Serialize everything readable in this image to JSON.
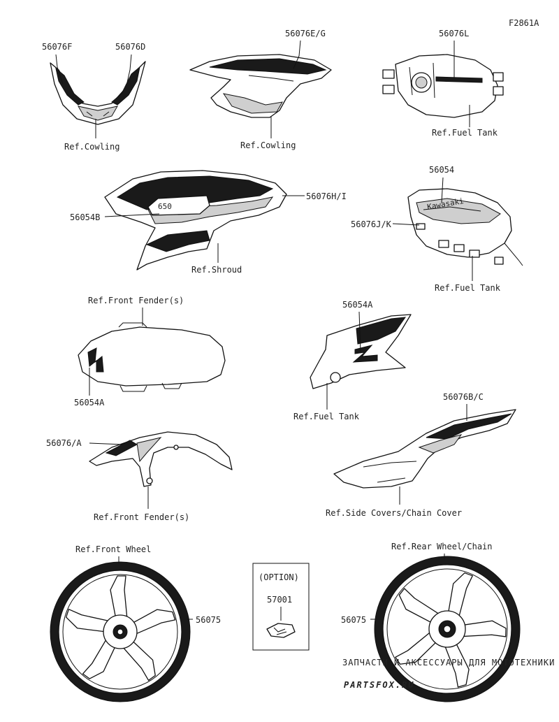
{
  "figure_code": "F2861A",
  "labels": {
    "p56076F": "56076F",
    "p56076D": "56076D",
    "p56076EG": "56076E/G",
    "p56076L": "56076L",
    "p56054": "56054",
    "p56076HI": "56076H/I",
    "p56054B": "56054B",
    "p56076JK": "56076J/K",
    "p56054A_tank": "56054A",
    "p56054A_fender": "56054A",
    "p56076BC": "56076B/C",
    "p56076A": "56076/A",
    "p56075_front": "56075",
    "p56075_rear": "56075",
    "p57001": "57001"
  },
  "refs": {
    "cowling_front": "Ref.Cowling",
    "cowling_side": "Ref.Cowling",
    "fuel_tank_top": "Ref.Fuel Tank",
    "shroud": "Ref.Shroud",
    "fuel_tank_side": "Ref.Fuel Tank",
    "front_fender_top": "Ref.Front Fender(s)",
    "fuel_tank_cover": "Ref.Fuel Tank",
    "side_covers": "Ref.Side Covers/Chain Cover",
    "front_fender_side": "Ref.Front Fender(s)",
    "front_wheel": "Ref.Front Wheel",
    "rear_wheel": "Ref.Rear Wheel/Chain"
  },
  "option_label": "(OPTION)",
  "tank_logo": "Kawasaki",
  "watermark": {
    "line1": "ЗАПЧАСТИ И АКСЕССУАРЫ ДЛЯ МОТОТЕХНИКИ",
    "line2": "PARTSFOX.RU"
  }
}
